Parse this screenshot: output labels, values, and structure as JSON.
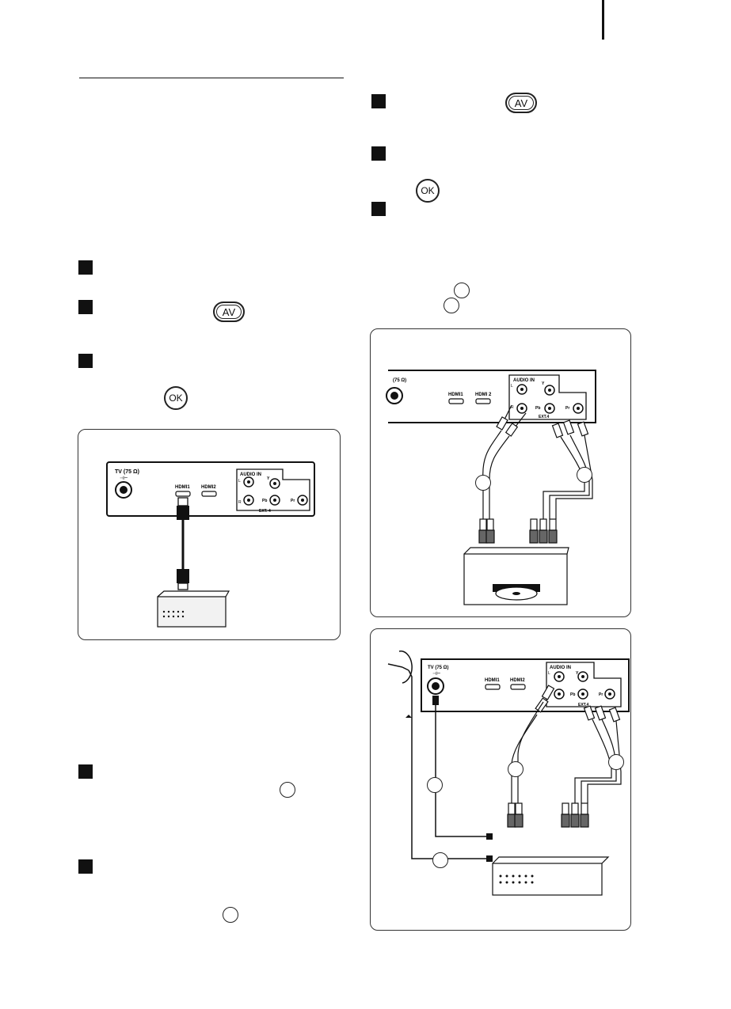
{
  "buttons": {
    "av": "AV",
    "ok": "OK"
  },
  "panels": {
    "p1": {
      "antenna_label": "TV (75 Ω)",
      "antenna_sub": "⊣⊢",
      "hdmi1": "HDMI1",
      "hdmi2": "HDMI2",
      "audio_in": "AUDIO IN",
      "l": "L",
      "r": "R",
      "y": "Y",
      "pb": "Pb",
      "pr": "Pr",
      "ext": "EXT. 4"
    },
    "p2": {
      "antenna_label": "(75 Ω)",
      "hdmi1": "HDMI1",
      "hdmi2": "HDMI 2",
      "audio_in": "AUDIO IN",
      "l": "L",
      "r": "R",
      "y": "Y",
      "pb": "Pb",
      "pr": "Pr",
      "ext": "EXT.4"
    },
    "p3": {
      "antenna_label": "TV (75 Ω)",
      "antenna_sub": "⊣⊢",
      "hdmi1": "HDMI1",
      "hdmi2": "HDMI2",
      "audio_in": "AUDIO IN",
      "l": "L",
      "r": "R",
      "y": "Y",
      "pb": "Pb",
      "pr": "Pr",
      "ext": "EXT.4"
    }
  }
}
